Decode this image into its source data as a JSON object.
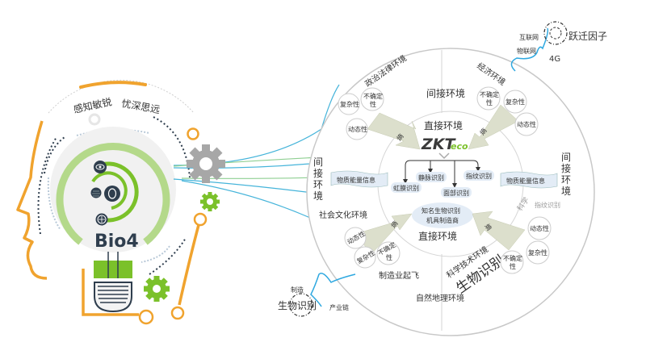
{
  "left": {
    "slogan_part1": "感知敏锐",
    "slogan_part2": "忧深思远",
    "product_name": "Bio4",
    "icons": [
      "iris-icon",
      "fingerprint-icon",
      "face-icon",
      "vein-icon"
    ]
  },
  "wheel": {
    "center_brand": {
      "zk": "ZKT",
      "eco": "eco"
    },
    "center_title": "知名生物识别机具制造商",
    "center_title_line1": "知名生物识别",
    "center_title_line2": "机具制造商",
    "direct_env": "直接环境",
    "indirect_env": "间接环境",
    "indirect_env_vertical": [
      "间",
      "接",
      "环",
      "境"
    ],
    "methods": [
      "虹膜识别",
      "静脉识别",
      "面部识别",
      "指纹识别"
    ],
    "material_info": "物质能量信息",
    "arrow_label": "熵",
    "sectors": {
      "political": "政治法律环境",
      "economic": "经济环境",
      "social": "社会文化环境",
      "tech": "科学技术环境",
      "natural": "自然地理环境"
    },
    "properties": {
      "complex": "复杂性",
      "uncertain_1": "不确定",
      "uncertain_2": "性",
      "dynamic": "动态性"
    },
    "manufacturing_rise": "制造业起飞",
    "bio_recognition": "生物识别",
    "science_faint": "科学",
    "fingerprint_faint": "指纹识别"
  },
  "top_right": {
    "internet": "互联网",
    "iot": "物联网",
    "leap_factor": "跃迁因子",
    "g4": "4G"
  },
  "bottom": {
    "manufacturing": "制造",
    "bio_recognition": "生物识别",
    "industry_chain": "产业链"
  },
  "colors": {
    "orange": "#f0a32e",
    "green": "#7bc12a",
    "light_green": "#b4d98a",
    "navy": "#2f3e4e",
    "gear_grey": "#a7a7a7",
    "cyan_wave": "#2ea8e0",
    "arrow_fill": "#dcdfcc",
    "method_bg": "#e3ecf6"
  }
}
